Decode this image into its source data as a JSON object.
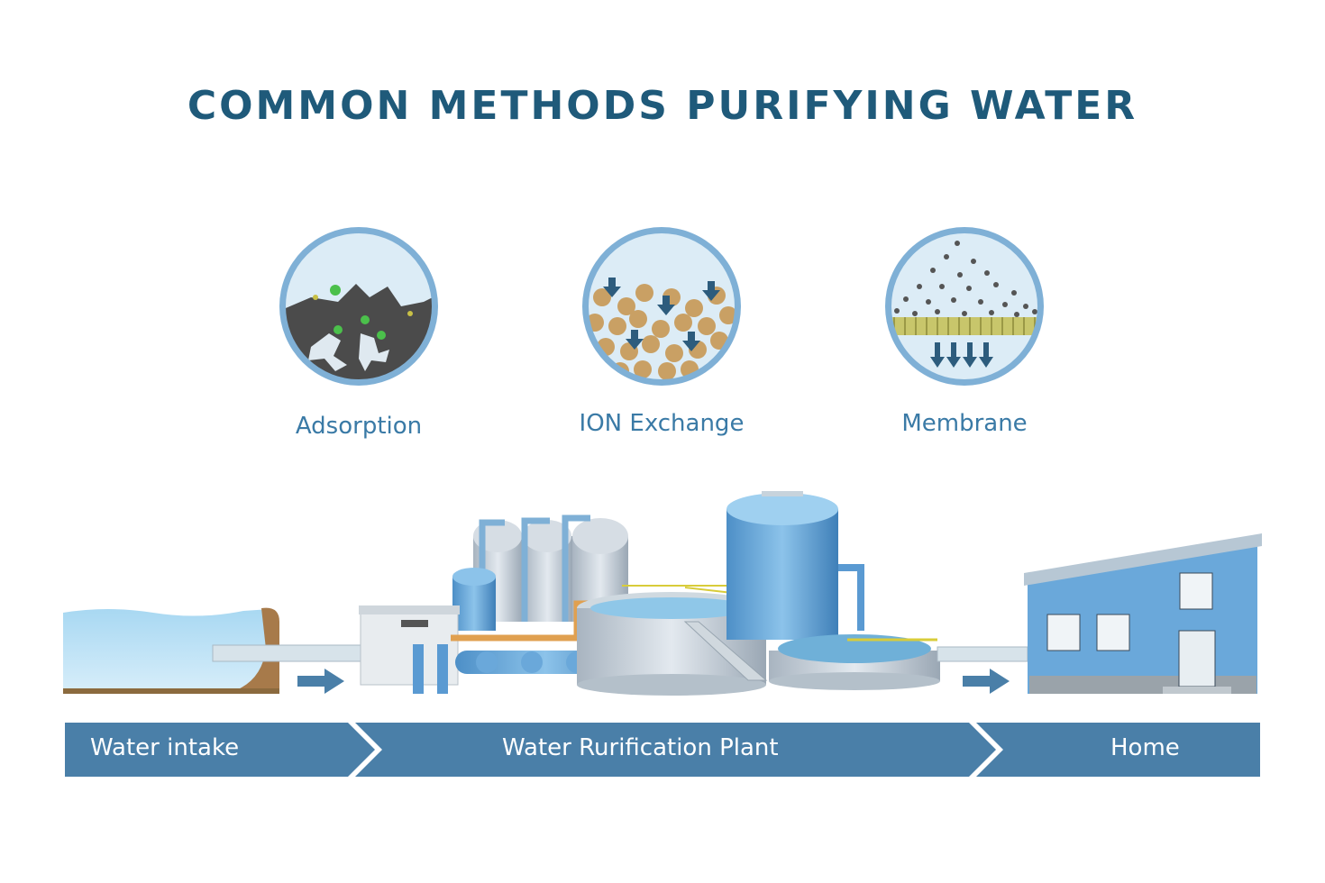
{
  "title": "COMMON METHODS PURIFYING WATER",
  "methods": [
    {
      "label": "Adsorption",
      "icon": "adsorption-icon"
    },
    {
      "label": "ION Exchange",
      "icon": "ion-exchange-icon"
    },
    {
      "label": "Membrane",
      "icon": "membrane-icon"
    }
  ],
  "stages": [
    {
      "label": "Water intake"
    },
    {
      "label": "Water Rurification Plant"
    },
    {
      "label": "Home"
    }
  ],
  "colors": {
    "title": "#1f5a7a",
    "label": "#3a7aa6",
    "bar": "#4a7fa8",
    "circle_border": "#7fb0d6",
    "water": "#bfe1f3",
    "rock": "#4a4a4a",
    "bead": "#c9a064",
    "membrane": "#c8c66b"
  }
}
